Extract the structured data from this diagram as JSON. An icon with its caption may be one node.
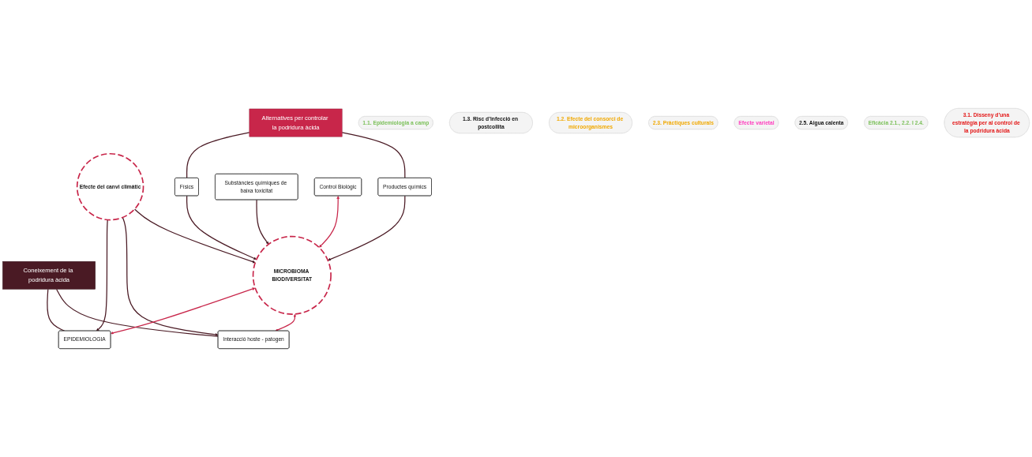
{
  "diagram": {
    "nodes": [
      {
        "text": [
          "Coneixement de la podridura àcida"
        ]
      },
      {
        "text": [
          "EPIDEMIOLOGIA"
        ]
      },
      {
        "text": [
          "Efecte del canvi climàtic"
        ]
      },
      {
        "text": [
          "Interacció hoste - patogen"
        ]
      },
      {
        "text": [
          "MICROBIOMA BIODIVERSITAT"
        ]
      },
      {
        "text": [
          "Físics"
        ]
      },
      {
        "text": [
          "Substàncies químiques de baixa toxicitat"
        ]
      },
      {
        "text": [
          "Control Biològic"
        ]
      },
      {
        "text": [
          "Productes químics"
        ]
      },
      {
        "text": [
          "Alternatives per controlar la podridura àcida"
        ]
      },
      {
        "text": [
          "1.1. Epidemiologia a camp"
        ]
      },
      {
        "text": [
          "1.3. Risc d’infecció en postcollita"
        ]
      },
      {
        "text": [
          "1.2. Efecte del consorci de microorganismes"
        ]
      },
      {
        "text": [
          "2.3. Pràctiques culturals"
        ]
      },
      {
        "text": [
          "Efecte varietal"
        ]
      },
      {
        "text": [
          "2.5. Aigua calenta"
        ]
      },
      {
        "text": [
          "Eficàcia 2.1., 2.2. I 2.4."
        ]
      },
      {
        "text": [
          "3.1. Disseny d’una estratègia per al control de la podridura àcida"
        ]
      }
    ],
    "edges": [
      {
        "from": 0,
        "to": 1,
        "arrow": "none"
      },
      {
        "from": 0,
        "to": 3,
        "arrow": "none"
      },
      {
        "from": 2,
        "to": 1,
        "arrow": "to"
      },
      {
        "from": 2,
        "to": 3,
        "arrow": "to"
      },
      {
        "from": 2,
        "to": 4,
        "arrow": "to"
      },
      {
        "from": 4,
        "to": 1,
        "arrow": "both",
        "color": "#c8264a"
      },
      {
        "from": 4,
        "to": 3,
        "arrow": "both",
        "color": "#c8264a"
      },
      {
        "from": 5,
        "to": 4,
        "arrow": "to"
      },
      {
        "from": 6,
        "to": 4,
        "arrow": "to"
      },
      {
        "from": 7,
        "to": 4,
        "arrow": "both",
        "color": "#c8264a"
      },
      {
        "from": 8,
        "to": 4,
        "arrow": "to"
      },
      {
        "from": 9,
        "to": 5,
        "arrow": "none"
      },
      {
        "from": 9,
        "to": 8,
        "arrow": "none"
      }
    ]
  }
}
